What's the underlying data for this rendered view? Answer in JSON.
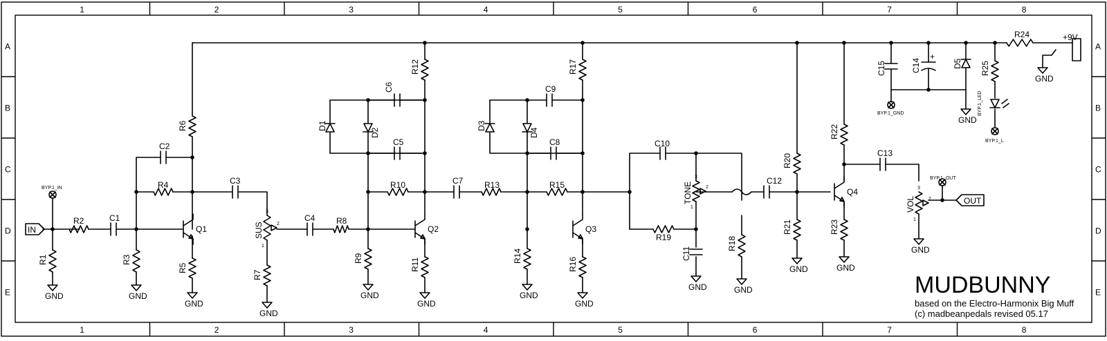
{
  "grid": {
    "columns": [
      "1",
      "2",
      "3",
      "4",
      "5",
      "6",
      "7",
      "8"
    ],
    "rows": [
      "A",
      "B",
      "C",
      "D",
      "E"
    ]
  },
  "title_block": {
    "title": "MUDBUNNY",
    "line1": "based on the Electro-Harmonix Big Muff",
    "line2": "(c) madbeanpedals  revised 05.17"
  },
  "ports": {
    "in": "IN",
    "out": "OUT",
    "supply": "+9V",
    "ground": "GND"
  },
  "connector_labels": {
    "byp_in": "BYP.1_IN",
    "byp_gnd": "BYP.1_GND",
    "byp_led": "BYP.1_LED",
    "byp_l": "BYP.1_L",
    "byp_out": "BYP.1_OUT"
  },
  "pot_pins": {
    "p1": "1",
    "p2": "2",
    "p3": "3"
  },
  "components": {
    "resistors": [
      "R1",
      "R2",
      "R3",
      "R4",
      "R5",
      "R6",
      "R7",
      "R8",
      "R9",
      "R10",
      "R11",
      "R12",
      "R13",
      "R14",
      "R15",
      "R16",
      "R17",
      "R18",
      "R19",
      "R20",
      "R21",
      "R22",
      "R23",
      "R24",
      "R25"
    ],
    "capacitors": [
      "C1",
      "C2",
      "C3",
      "C4",
      "C5",
      "C6",
      "C7",
      "C8",
      "C9",
      "C10",
      "C11",
      "C12",
      "C13",
      "C14",
      "C15"
    ],
    "diodes": [
      "D1",
      "D2",
      "D3",
      "D4",
      "D5"
    ],
    "transistors": [
      "Q1",
      "Q2",
      "Q3",
      "Q4"
    ],
    "pots": [
      "SUS",
      "TONE",
      "VOL"
    ]
  },
  "colors": {
    "ink": "#000000",
    "paper": "#ffffff"
  }
}
